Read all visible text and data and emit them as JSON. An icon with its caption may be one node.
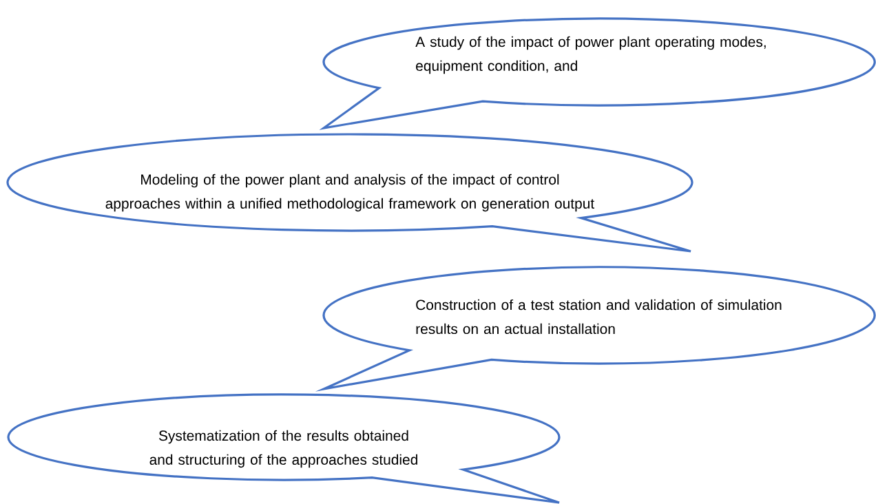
{
  "diagram": {
    "nodes": [
      {
        "text": [
          "A study of the impact of power plant operating modes, equipment condition, and"
        ]
      },
      {
        "text": [
          "Modeling of the power plant and analysis of the impact of control approaches within a unified methodological framework on generation output"
        ]
      },
      {
        "text": [
          "Construction of a test station and validation of simulation results on an actual installation"
        ]
      },
      {
        "text": [
          "Systematization of the results obtained and structuring of the approaches studied"
        ]
      }
    ]
  }
}
